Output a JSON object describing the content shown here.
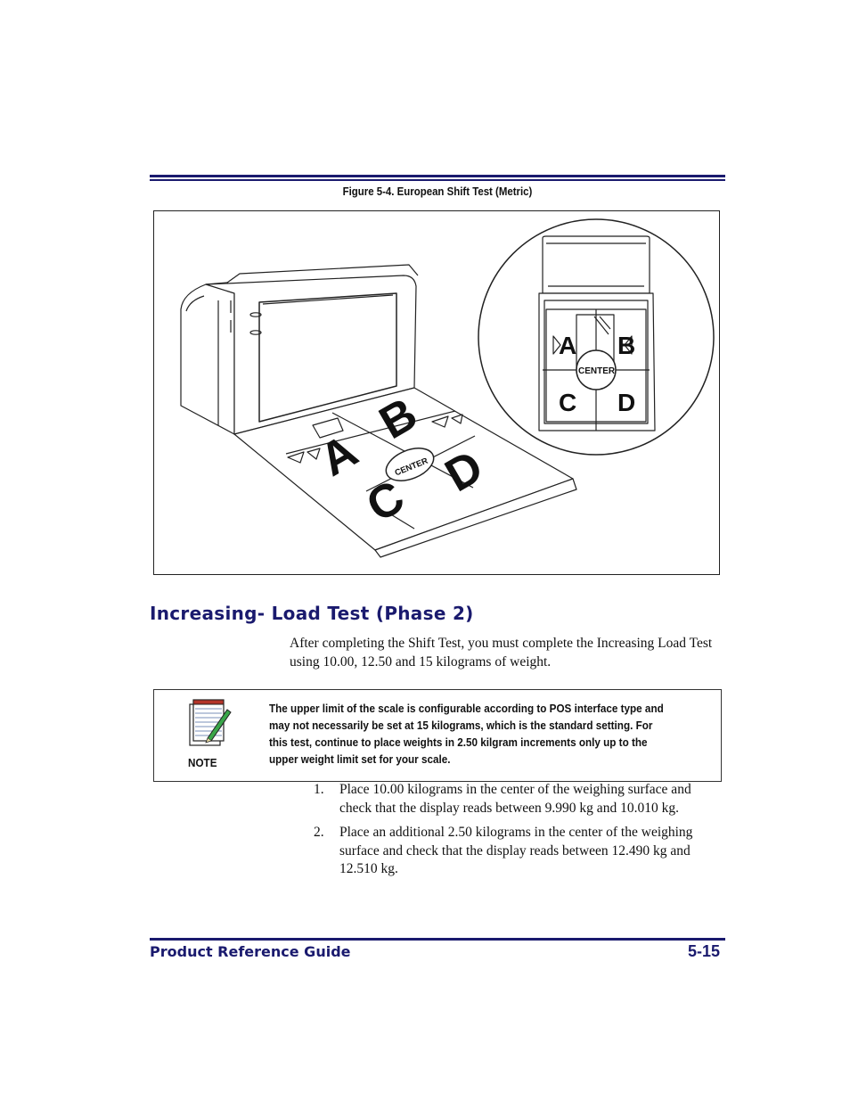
{
  "figure": {
    "caption": "Figure 5-4. European Shift Test (Metric)",
    "zone_labels": [
      "A",
      "B",
      "C",
      "D"
    ],
    "center_label": "CENTER",
    "illustration": "scanner-scale-shift-test-diagram"
  },
  "section": {
    "heading": "Increasing- Load Test (Phase 2)",
    "intro": "After completing the Shift Test, you must complete the Increasing Load Test using 10.00, 12.50 and 15 kilograms of weight."
  },
  "note": {
    "icon": "notepad-pencil-icon",
    "label": "NOTE",
    "text": "The upper limit of the scale is configurable according to POS interface type and may not necessarily be set at 15 kilograms, which is the standard setting. For this test, continue to place weights in 2.50 kilgram increments only up to the upper weight limit set for your scale."
  },
  "steps": [
    {
      "number": "1.",
      "text": "Place 10.00 kilograms in the center of the weighing surface and check that the display reads between 9.990 kg and 10.010 kg."
    },
    {
      "number": "2.",
      "text": "Place an additional 2.50 kilograms in the center of the weighing surface and check that the display reads between 12.490 kg and 12.510 kg."
    }
  ],
  "footer": {
    "title": "Product Reference Guide",
    "page": "5-15"
  },
  "colors": {
    "accent": "#1a1a6e"
  }
}
